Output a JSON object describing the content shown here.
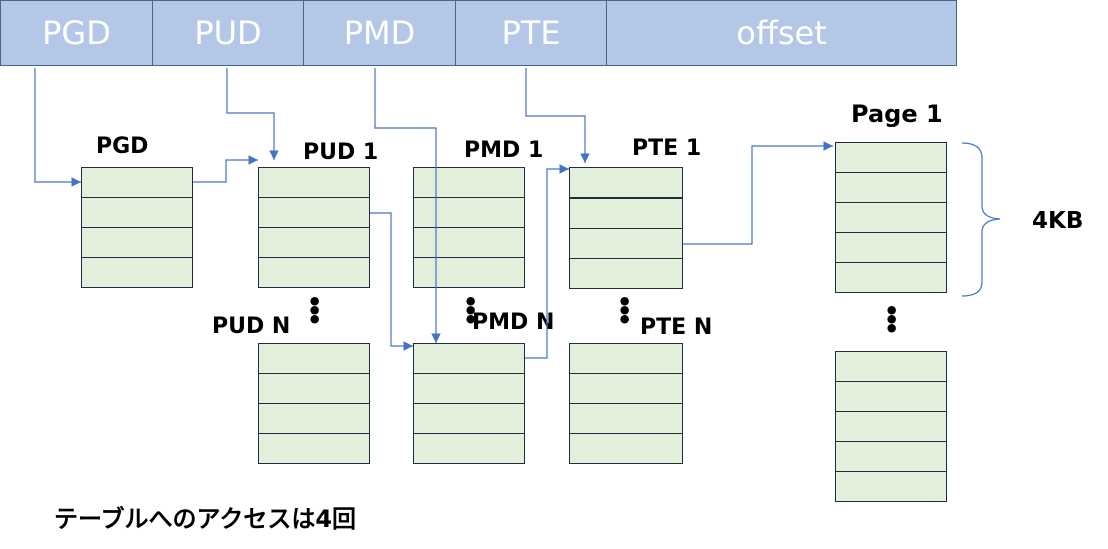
{
  "address": {
    "fields": [
      {
        "label": "PGD",
        "w": 152
      },
      {
        "label": "PUD",
        "w": 151
      },
      {
        "label": "PMD",
        "w": 152
      },
      {
        "label": "PTE",
        "w": 151
      },
      {
        "label": "offset",
        "w": 355
      }
    ]
  },
  "labels": {
    "pgd": "PGD",
    "pud1": "PUD 1",
    "pmd1": "PMD 1",
    "pte1": "PTE 1",
    "page1": "Page 1",
    "pudn": "PUD N",
    "pmdn": "PMD N",
    "pten": "PTE N",
    "size": "4KB",
    "caption": "テーブルへのアクセスは4回"
  },
  "colors": {
    "address_fill": "#b4c7e7",
    "table_fill": "#e2efda",
    "arrow": "#4472c4"
  }
}
